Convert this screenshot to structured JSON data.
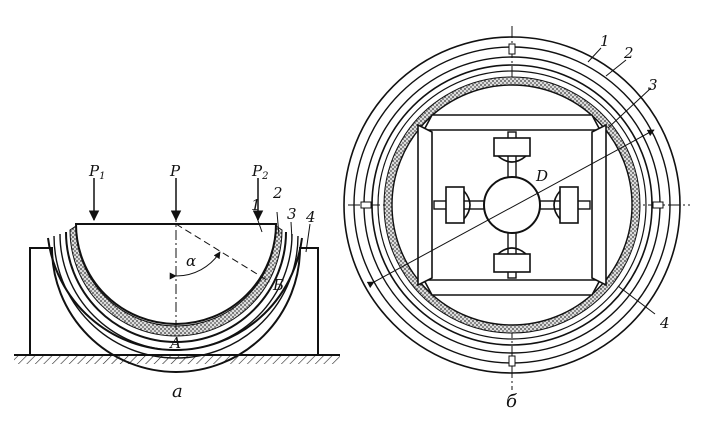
{
  "left_view": {
    "caption": "а",
    "forces": {
      "p1": "P",
      "p1_sub": "1",
      "p": "P",
      "p2": "P",
      "p2_sub": "2"
    },
    "angle": "α",
    "point_a": "А",
    "point_b": "Б",
    "parts": [
      "1",
      "2",
      "3",
      "4"
    ]
  },
  "right_view": {
    "caption": "б",
    "diameter": "D",
    "parts": [
      "1",
      "2",
      "3",
      "4"
    ]
  }
}
